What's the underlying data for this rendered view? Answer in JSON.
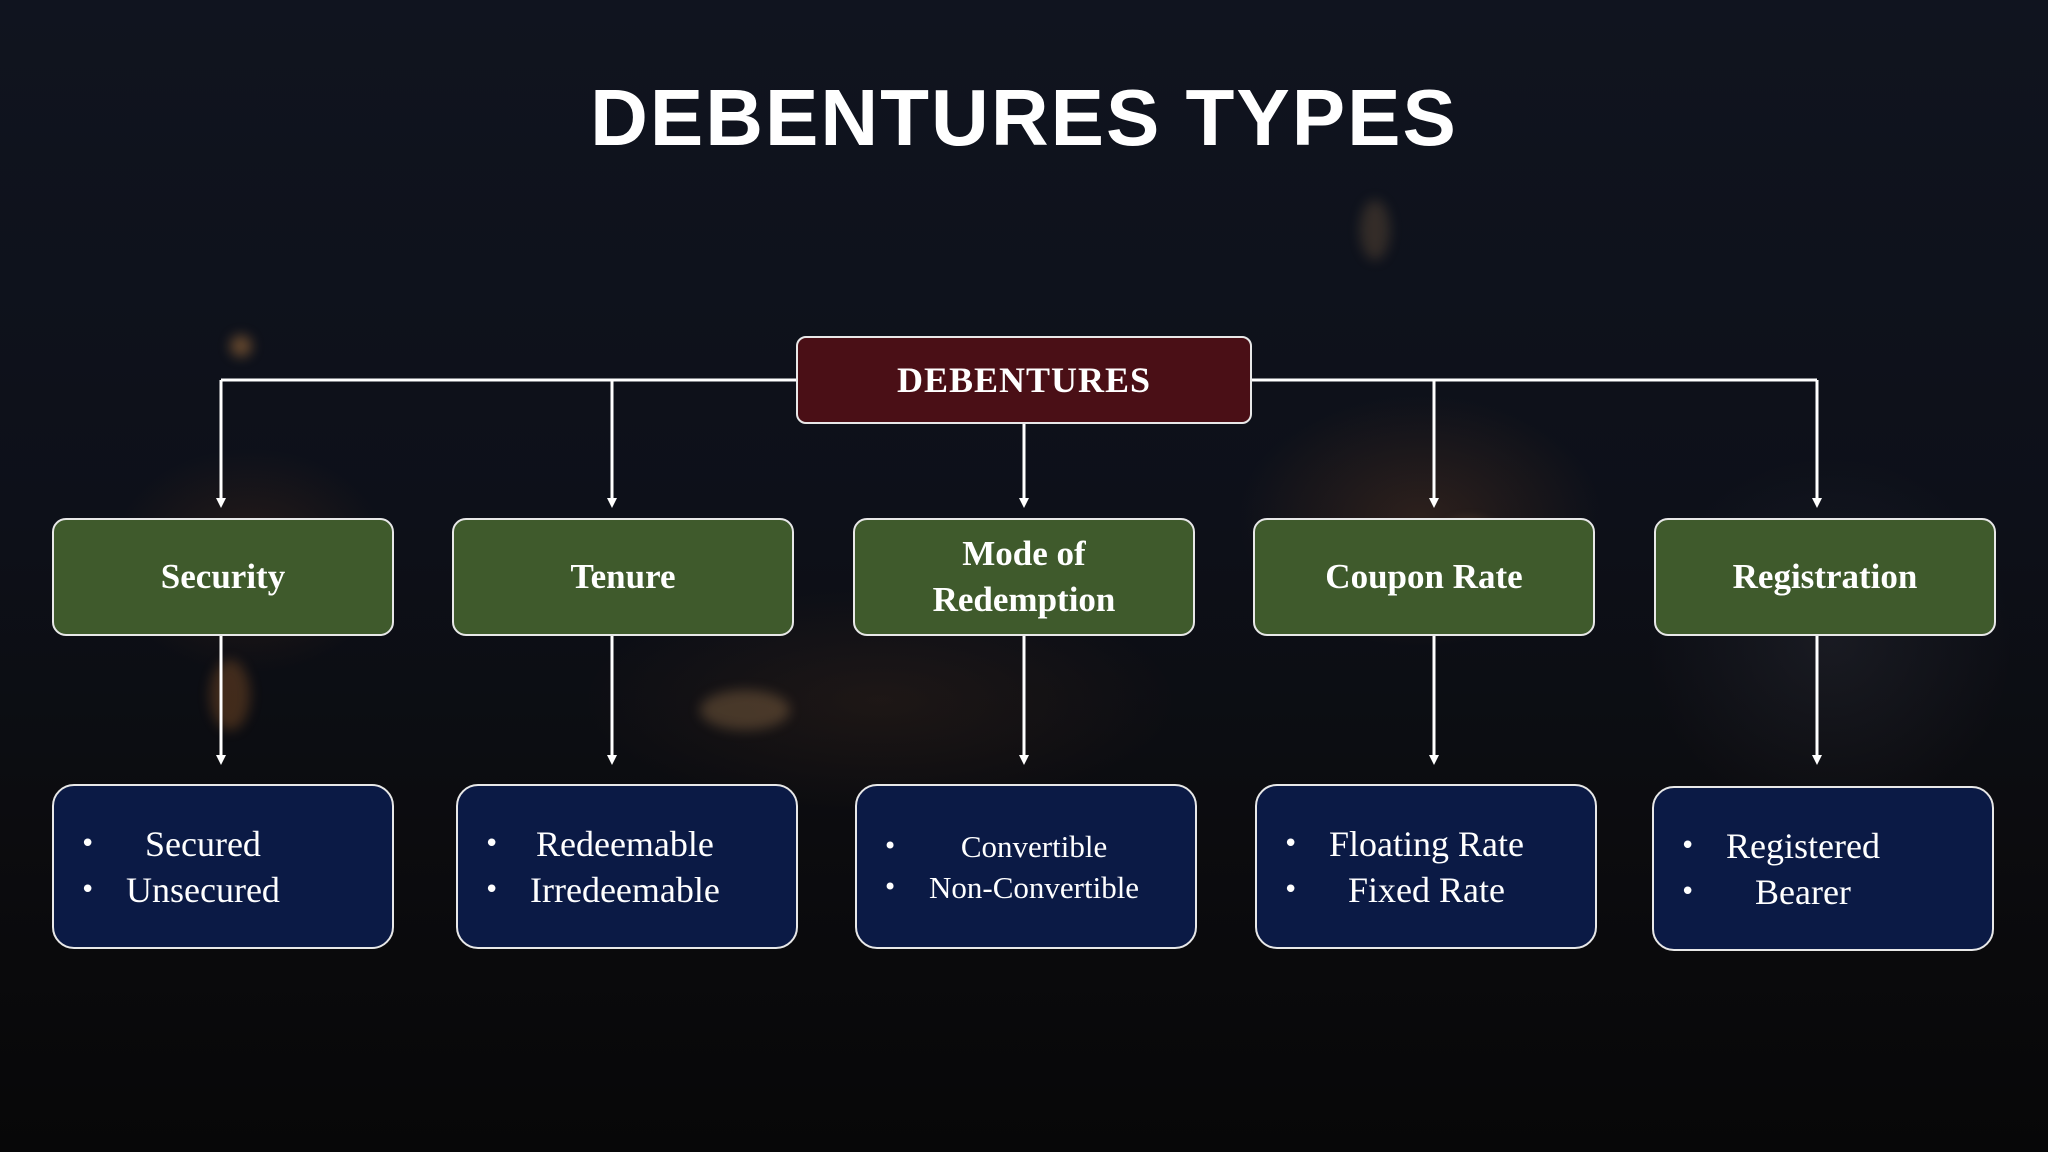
{
  "title": "DEBENTURES TYPES",
  "root": {
    "label": "DEBENTURES"
  },
  "categories": [
    {
      "label": "Security",
      "items": [
        "Secured",
        "Unsecured"
      ]
    },
    {
      "label": "Tenure",
      "items": [
        "Redeemable",
        "Irredeemable"
      ]
    },
    {
      "label": "Mode of Redemption",
      "items": [
        "Convertible",
        "Non-Convertible"
      ]
    },
    {
      "label": "Coupon Rate",
      "items": [
        "Floating Rate",
        "Fixed Rate"
      ]
    },
    {
      "label": "Registration",
      "items": [
        "Registered",
        "Bearer"
      ]
    }
  ],
  "colors": {
    "root_fill": "#4a0f16",
    "category_fill": "#3f5a2c",
    "subtype_fill": "#0b1a45",
    "connector": "#ffffff"
  }
}
